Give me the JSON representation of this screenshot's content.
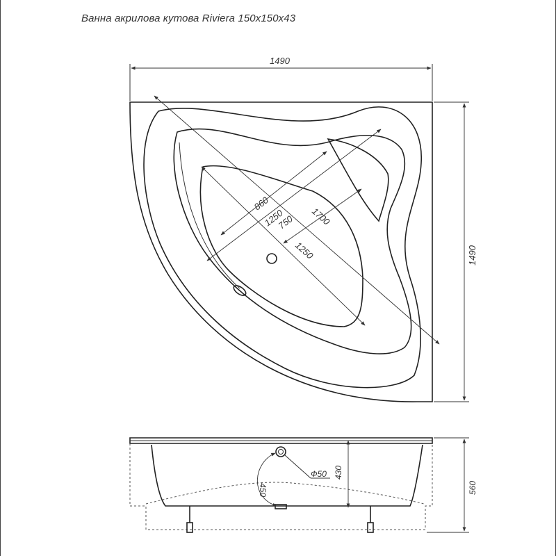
{
  "title": "Ванна акрилова кутова Riviera 150x150x43",
  "top_view": {
    "width_label": "1490",
    "height_label": "1490",
    "diag_labels": [
      "860",
      "1250",
      "750",
      "1700",
      "1250"
    ]
  },
  "side_view": {
    "drain_label": "Ф50",
    "depth_label": "430",
    "total_height_label": "560",
    "drain_height_label": "450"
  }
}
